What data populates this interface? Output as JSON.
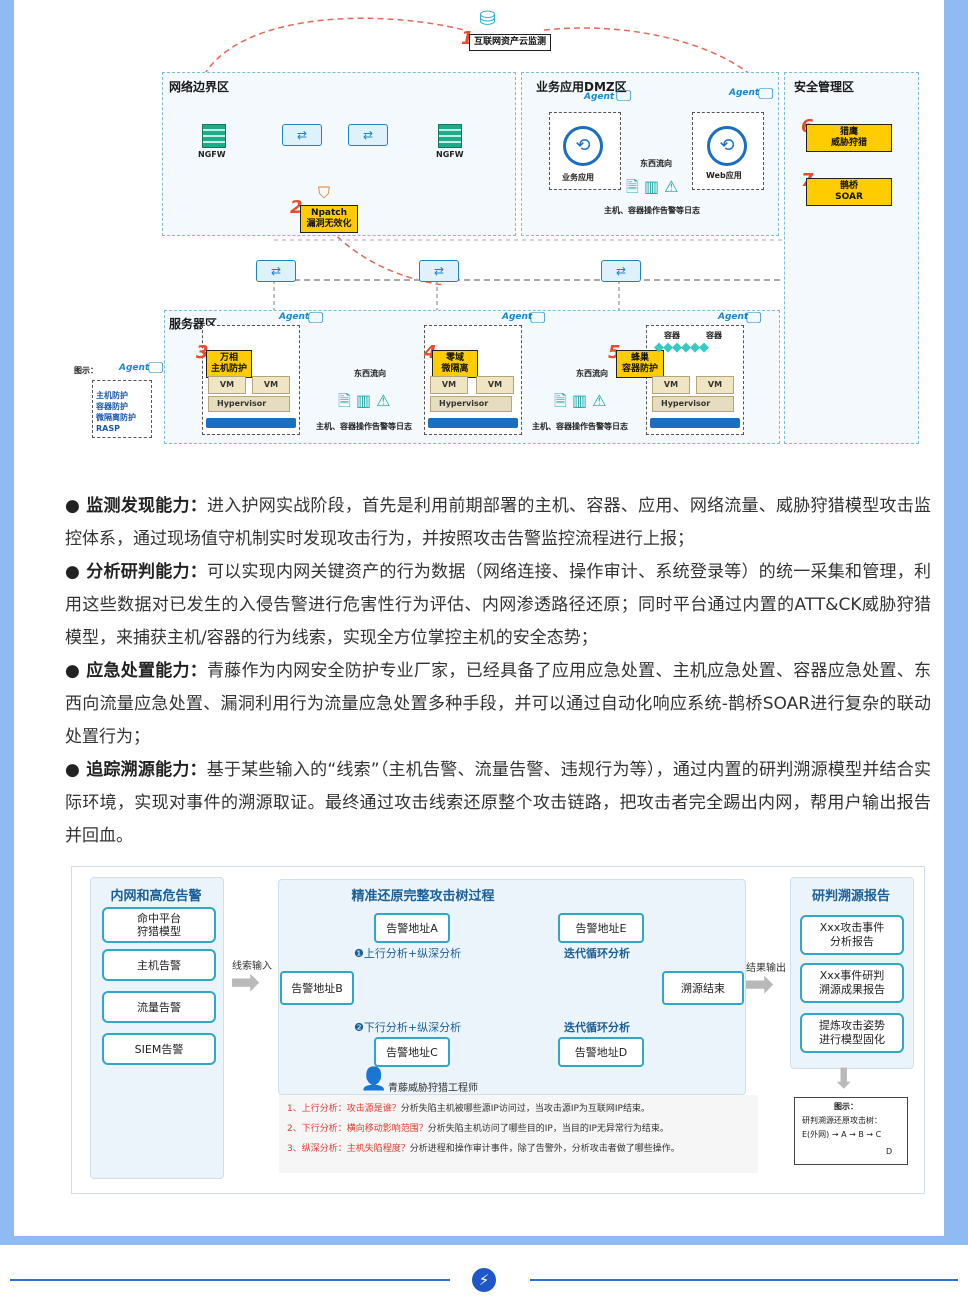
{
  "diagram1": {
    "zones": {
      "boundary": "网络边界区",
      "dmz": "业务应用DMZ区",
      "security": "安全管理区",
      "server": "服务器区"
    },
    "tags": [
      {
        "num": "1",
        "label": "互联网资产云监测"
      },
      {
        "num": "2",
        "label": "Npatch\n漏洞无效化"
      },
      {
        "num": "3",
        "label": "万相\n主机防护"
      },
      {
        "num": "4",
        "label": "零域\n微隔离"
      },
      {
        "num": "5",
        "label": "蜂巢\n容器防护"
      },
      {
        "num": "6",
        "label": "猎鹰\n威胁狩猎"
      },
      {
        "num": "7",
        "label": "鹊桥\nSOAR"
      }
    ],
    "ngfw_left": "NGFW",
    "ngfw_right": "NGFW",
    "agent": "Agent",
    "biz_app": "业务应用",
    "web_app": "Web应用",
    "east_west": "东西流向",
    "east_west_2": "东西流向",
    "log_label": "主机、容器操作告警等日志",
    "vm": "VM",
    "hypervisor": "Hypervisor",
    "container": "容器",
    "legend_title": "图示：",
    "legend_items": "主机防护\n容器防护\n微隔离防护\nRASP"
  },
  "paragraphs": [
    {
      "title": "● 监测发现能力：",
      "body": "进入护网实战阶段，首先是利用前期部署的主机、容器、应用、网络流量、威胁狩猎模型攻击监控体系，通过现场值守机制实时发现攻击行为，并按照攻击告警监控流程进行上报；"
    },
    {
      "title": "● 分析研判能力：",
      "body": "可以实现内网关键资产的行为数据（网络连接、操作审计、系统登录等）的统一采集和管理，利用这些数据对已发生的入侵告警进行危害性行为评估、内网渗透路径还原；同时平台通过内置的ATT&CK威胁狩猎模型，来捕获主机/容器的行为线索，实现全方位掌控主机的安全态势；"
    },
    {
      "title": "● 应急处置能力：",
      "body": "青藤作为内网安全防护专业厂家，已经具备了应用应急处置、主机应急处置、容器应急处置、东西向流量应急处置、漏洞利用行为流量应急处置多种手段，并可以通过自动化响应系统-鹊桥SOAR进行复杂的联动处置行为；"
    },
    {
      "title": "● 追踪溯源能力：",
      "body": "基于某些输入的“线索”（主机告警、流量告警、违规行为等），通过内置的研判溯源模型并结合实际环境，实现对事件的溯源取证。最终通过攻击线索还原整个攻击链路，把攻击者完全踢出内网，帮用户输出报告并回血。"
    }
  ],
  "diagram2": {
    "left_title": "内网和高危告警",
    "left_items": [
      "命中平台\n狩猎模型",
      "主机告警",
      "流量告警",
      "SIEM告警"
    ],
    "arrow_in": "线索输入",
    "center_title": "精准还原完整攻击树过程",
    "node_b": "告警地址B",
    "node_a": "告警地址A",
    "node_e": "告警地址E",
    "node_c": "告警地址C",
    "node_d": "告警地址D",
    "node_end": "溯源结束",
    "up_label": "❶上行分析+纵深分析",
    "down_label": "❷下行分析+纵深分析",
    "iter_1": "迭代循环分析",
    "iter_2": "迭代循环分析",
    "engineer": "青藤威胁狩猎工程师",
    "notes": [
      {
        "lead": "1、上行分析：攻击源是谁？",
        "rest": "分析失陷主机被哪些源IP访问过，当攻击源IP为互联网IP结束。"
      },
      {
        "lead": "2、下行分析：横向移动影响范围？",
        "rest": "分析失陷主机访问了哪些目的IP，当目的IP无异常行为结束。"
      },
      {
        "lead": "3、纵深分析：主机失陷程度？",
        "rest": "分析进程和操作审计事件，除了告警外，分析攻击者做了哪些操作。"
      }
    ],
    "arrow_out": "结果输出",
    "right_title": "研判溯源报告",
    "right_items": [
      "Xxx攻击事件\n分析报告",
      "Xxx事件研判\n溯源成果报告",
      "提炼攻击姿势\n进行模型固化"
    ],
    "legend_title": "图示：",
    "legend_sub": "研判溯源还原攻击树：",
    "legend_chain": "E(外网) → A → B → C",
    "legend_d": "D"
  }
}
